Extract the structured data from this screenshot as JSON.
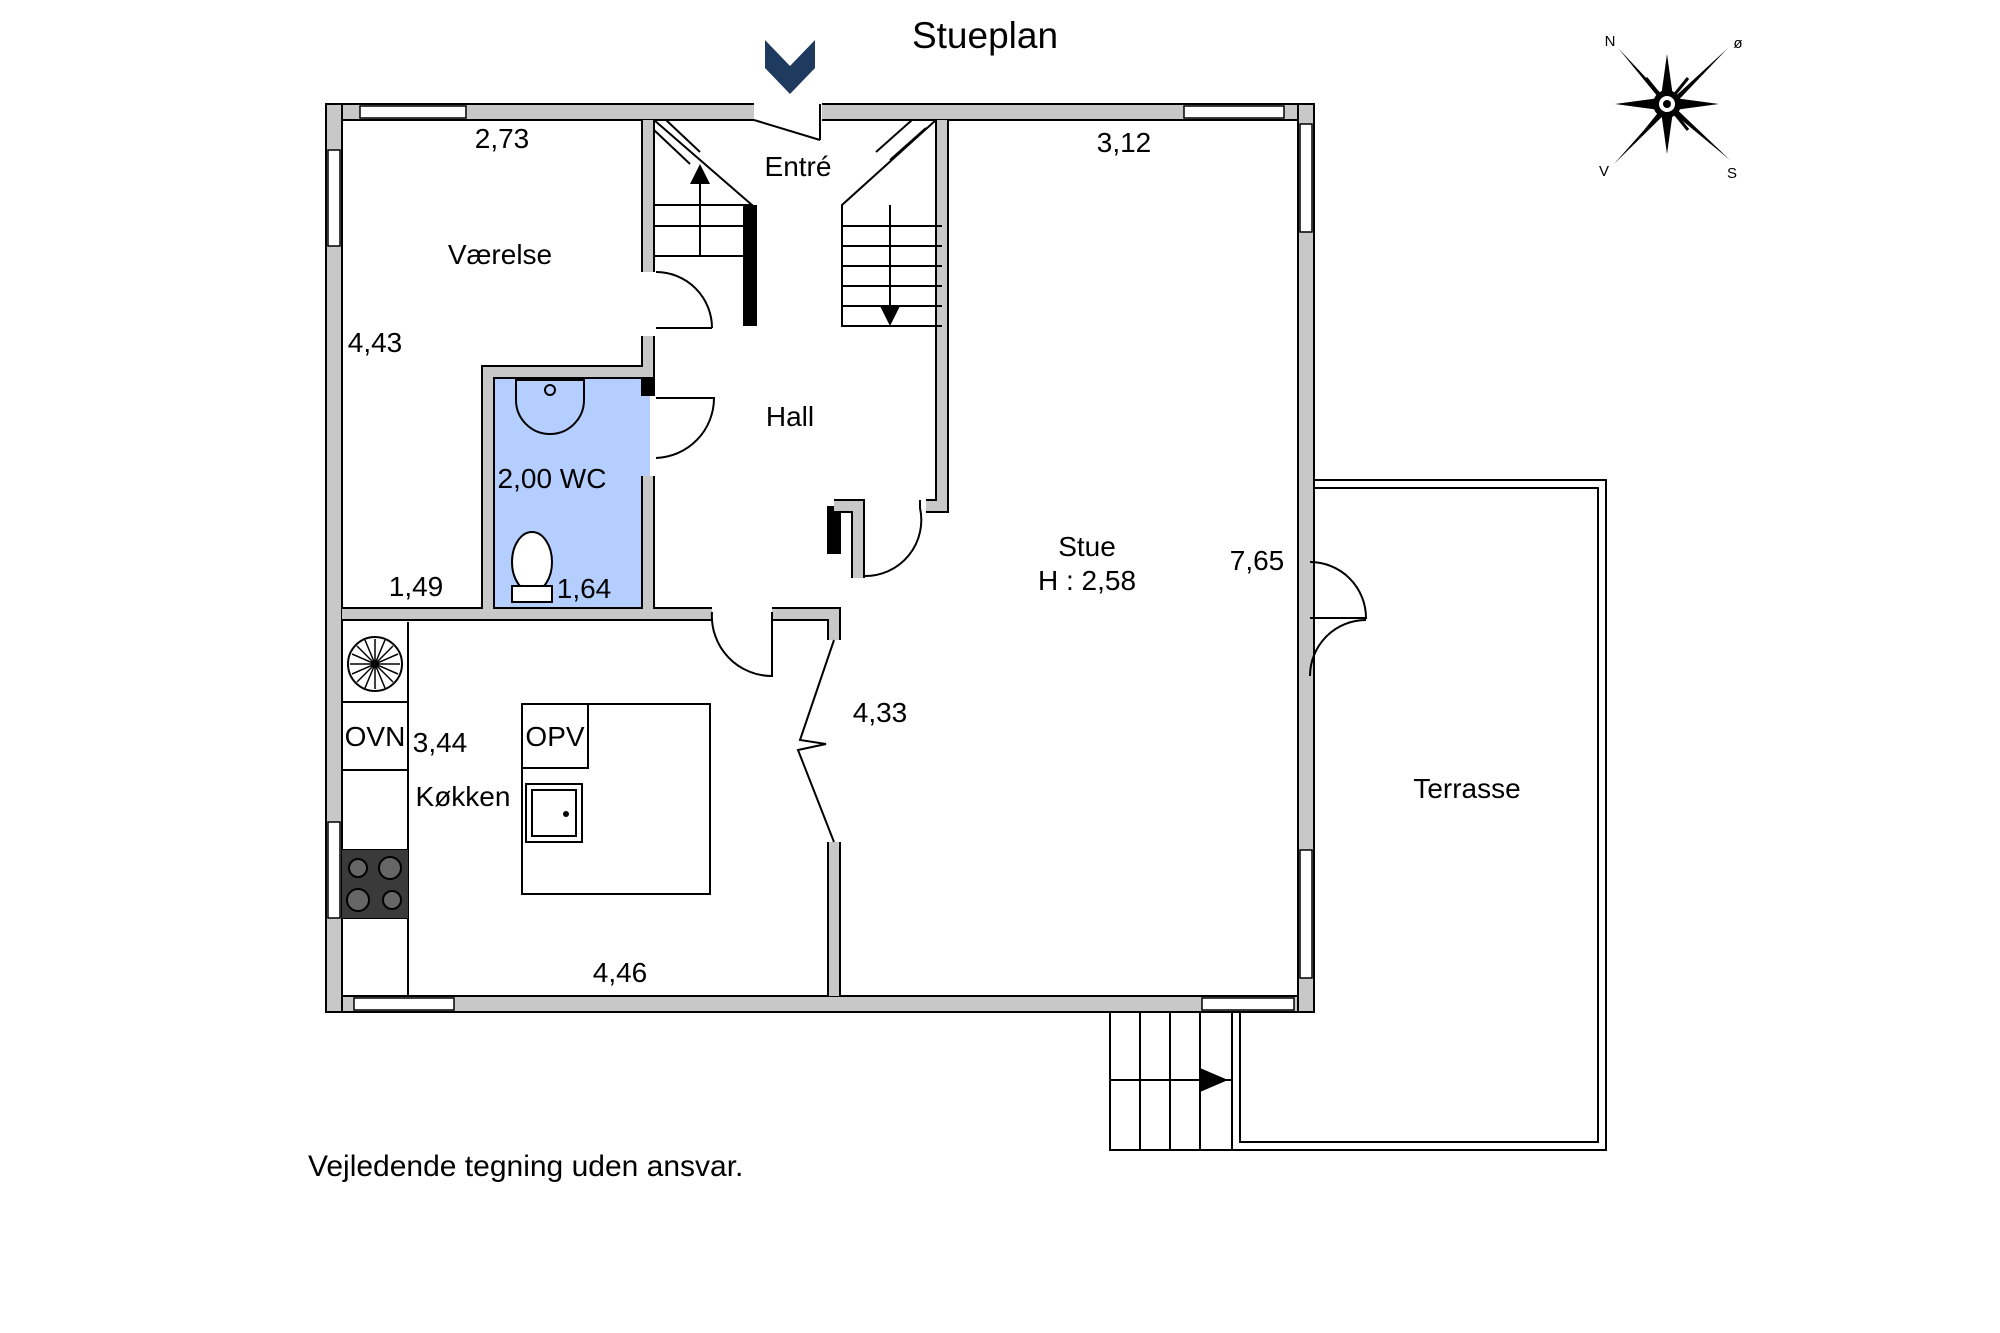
{
  "title": "Stueplan",
  "disclaimer": "Vejledende tegning uden ansvar.",
  "compass": {
    "n": "N",
    "e": "ø",
    "s": "S",
    "w": "V"
  },
  "rooms": {
    "vaerelse": "Værelse",
    "entre": "Entré",
    "hall": "Hall",
    "wc": "2,00 WC",
    "stue": "Stue",
    "stue_height": "H : 2,58",
    "kokken": "Køkken",
    "terrasse": "Terrasse"
  },
  "fixtures": {
    "oven": "OVN",
    "dishwasher": "OPV"
  },
  "dimensions": {
    "vaerelse_width": "2,73",
    "vaerelse_length": "4,43",
    "stue_width": "3,12",
    "stue_length": "7,65",
    "wc_left": "1,49",
    "wc_width": "1,64",
    "kokken_length": "3,44",
    "kokken_width": "4,46",
    "stue_depth": "4,33"
  },
  "colors": {
    "wc_fill": "#b3ceff",
    "entrance_marker": "#1f3a5f",
    "wall": "#c8c8c8"
  }
}
